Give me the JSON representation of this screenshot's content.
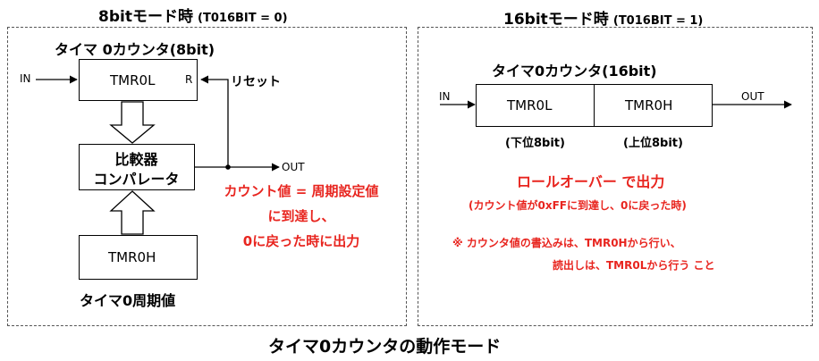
{
  "left": {
    "heading_main": "8bitモード時",
    "heading_sub": "(T016BIT = 0)",
    "counter_title": "タイマ 0カウンタ(8bit)",
    "in_label": "IN",
    "tmr0l_label": "TMR0L",
    "r_label": "R",
    "reset_label": "リセット",
    "comparator_line1": "比較器",
    "comparator_line2": "コンパレータ",
    "out_label": "OUT",
    "red_note_line1": "カウント値 = 周期設定値",
    "red_note_line2": "に到達し、",
    "red_note_line3": "0に戻った時に出力",
    "tmr0h_label": "TMR0H",
    "period_label": "タイマ0周期値"
  },
  "right": {
    "heading_main": "16bitモード時",
    "heading_sub": "(T016BIT = 1)",
    "counter_title": "タイマ0カウンタ(16bit)",
    "in_label": "IN",
    "tmr0l_label": "TMR0L",
    "tmr0h_label": "TMR0H",
    "out_label": "OUT",
    "lower_label": "(下位8bit)",
    "upper_label": "(上位8bit)",
    "rollover_title": "ロールオーバー で出力",
    "rollover_sub": "(カウント値が0xFFに到達し、0に戻った時)",
    "note_line1": "※ カウンタ値の書込みは、TMR0Hから行い、",
    "note_line2": "読出しは、TMR0Lから行う こと"
  },
  "caption": "タイマ0カウンタの動作モード",
  "colors": {
    "accent_red": "#e8251f",
    "line": "#000000",
    "panel_border": "#555555"
  }
}
